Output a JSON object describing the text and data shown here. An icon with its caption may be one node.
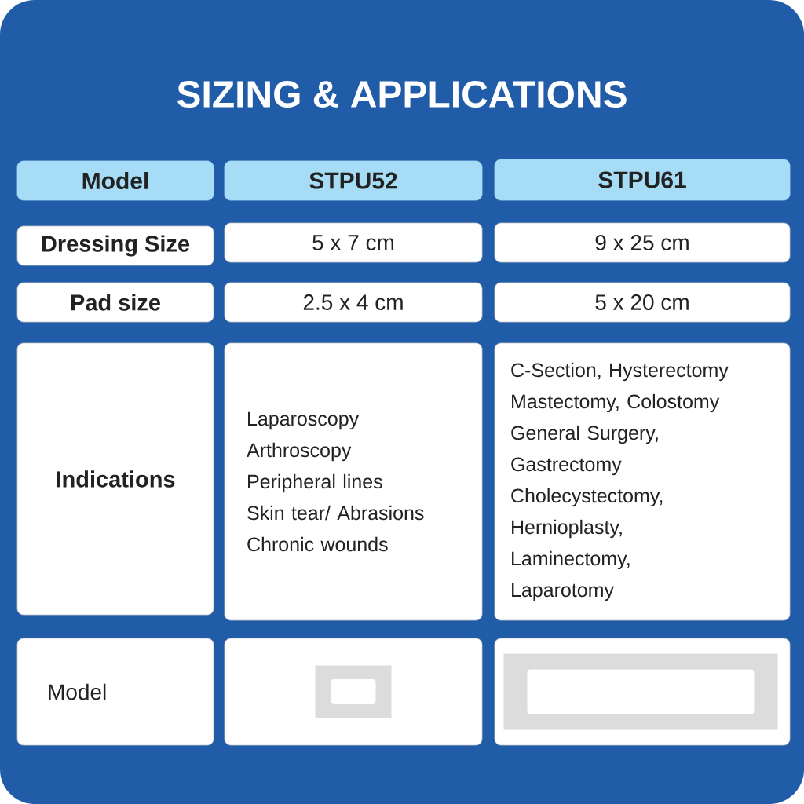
{
  "diagram": {
    "title": "SIZING & APPLICATIONS",
    "nodes": [
      {
        "text": [
          "Model"
        ]
      },
      {
        "text": [
          "STPU52"
        ]
      },
      {
        "text": [
          "STPU61"
        ]
      },
      {
        "text": [
          "Dressing Size"
        ]
      },
      {
        "text": [
          "5 x 7 cm"
        ]
      },
      {
        "text": [
          "9 x 25 cm"
        ]
      },
      {
        "text": [
          "Pad size"
        ]
      },
      {
        "text": [
          "2.5 x 4 cm"
        ]
      },
      {
        "text": [
          "5 x 20 cm"
        ]
      },
      {
        "text": [
          "Indications"
        ]
      },
      {
        "text": [
          "Laparoscopy",
          "Arthroscopy",
          "Peripheral lines",
          "Skin tear/ Abrasions",
          "Chronic wounds"
        ]
      },
      {
        "text": [
          "C-Section, Hysterectomy",
          "Mastectomy, Colostomy",
          "General Surgery,",
          "Gastrectomy",
          "Cholecystectomy,",
          "Hernioplasty,",
          "Laminectomy,",
          "Laparotomy"
        ]
      },
      {
        "text": [
          "Model"
        ]
      },
      {
        "text": [],
        "shape": "box"
      },
      {
        "text": [],
        "shape": "box"
      },
      {
        "text": [],
        "shape": "box",
        "in": 13
      },
      {
        "text": [],
        "shape": "box",
        "in": 14
      }
    ]
  }
}
